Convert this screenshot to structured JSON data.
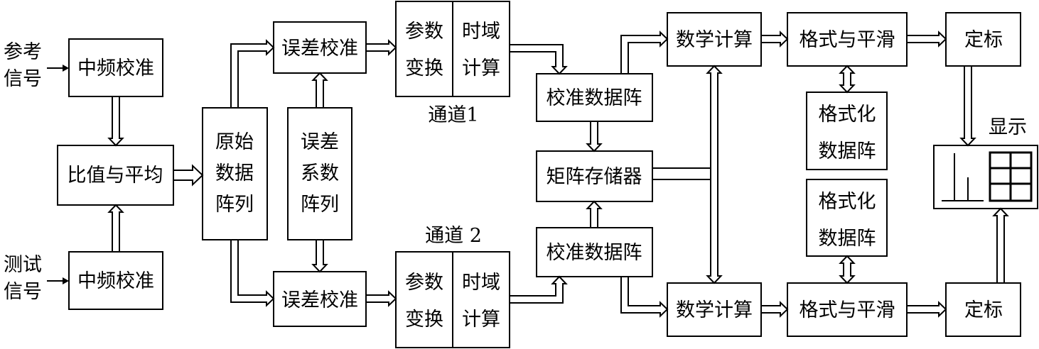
{
  "inputs": {
    "ref_line1": "参考",
    "ref_line2": "信号",
    "test_line1": "测试",
    "test_line2": "信号"
  },
  "blocks": {
    "if_cal_top": "中频校准",
    "if_cal_bottom": "中频校准",
    "ratio_avg": "比值与平均",
    "raw_line1": "原始",
    "raw_line2": "数据",
    "raw_line3": "阵列",
    "errcoef_line1": "误差",
    "errcoef_line2": "系数",
    "errcoef_line3": "阵列",
    "err_cal_top": "误差校准",
    "err_cal_bottom": "误差校准",
    "param_line1": "参数",
    "param_line2": "变换",
    "time_line1": "时域",
    "time_line2": "计算",
    "channel1": "通道1",
    "channel2": "通道 2",
    "cal_data_top": "校准数据阵",
    "cal_data_bottom": "校准数据阵",
    "matrix_mem": "矩阵存储器",
    "math_top": "数学计算",
    "math_bottom": "数学计算",
    "fmt_smooth_top": "格式与平滑",
    "fmt_smooth_bottom": "格式与平滑",
    "fmt_data_line1": "格式化",
    "fmt_data_line2": "数据阵",
    "scale_top": "定标",
    "scale_bottom": "定标",
    "display": "显示"
  }
}
